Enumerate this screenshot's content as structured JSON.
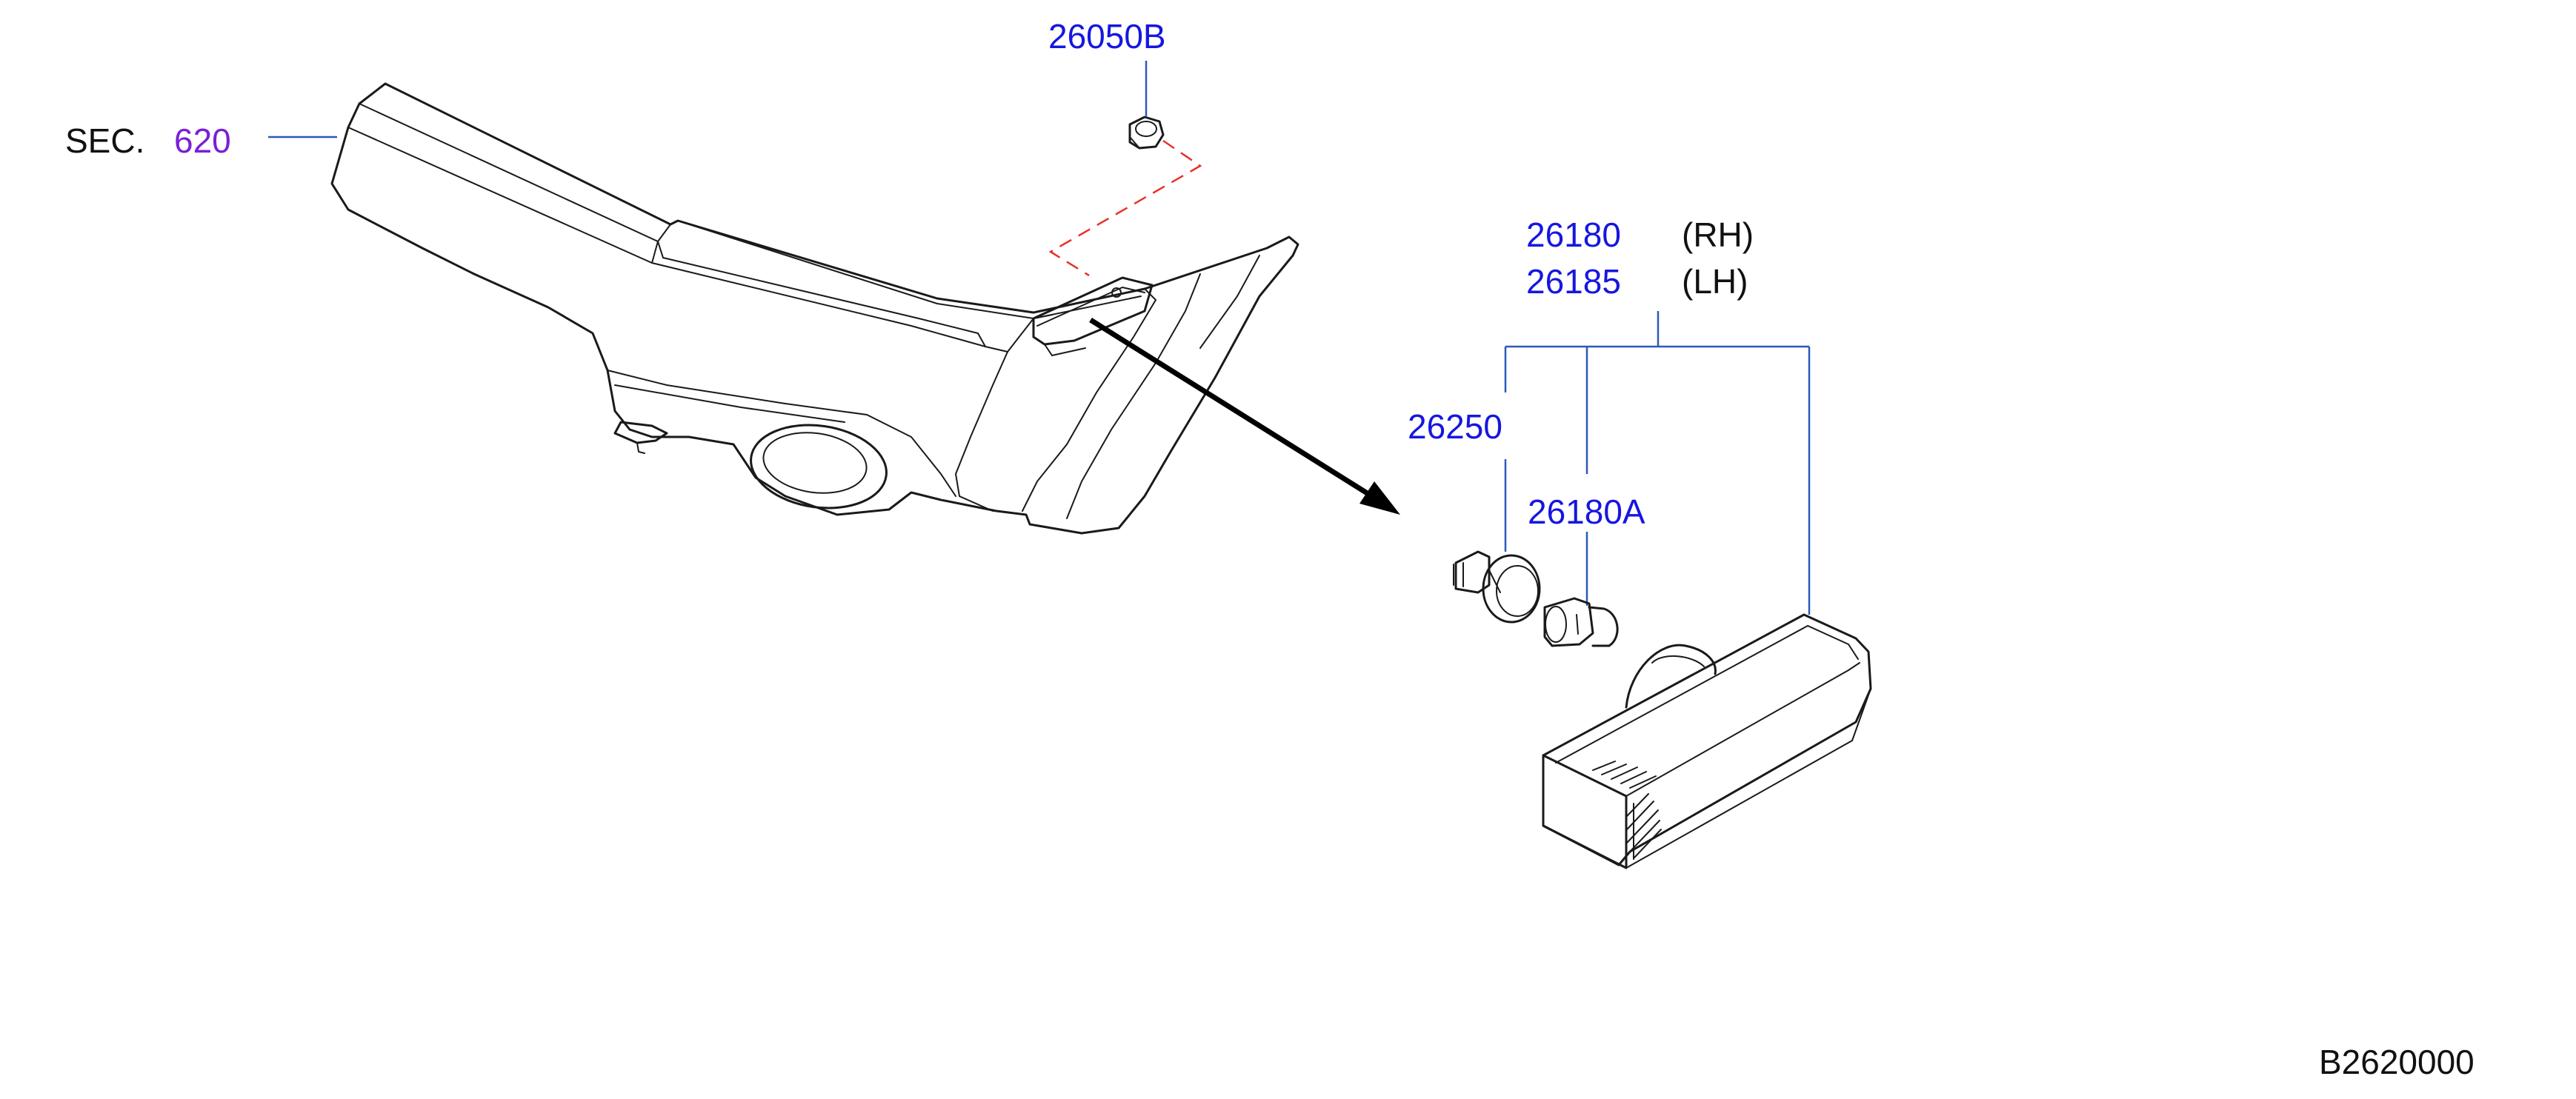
{
  "section": {
    "prefix": "SEC.",
    "number": "620"
  },
  "parts": {
    "nut": "26050B",
    "lamp_rh": "26180",
    "lamp_rh_side": "(RH)",
    "lamp_lh": "26185",
    "lamp_lh_side": "(LH)",
    "socket": "26250",
    "bulb": "26180A"
  },
  "figure_code": "B2620000",
  "colors": {
    "part_number": "#1616e0",
    "section_number": "#7a1fd6",
    "leader_line": "#2a5bb8",
    "dashed_guide": "#e5332b",
    "outline": "#1a1a1a"
  }
}
